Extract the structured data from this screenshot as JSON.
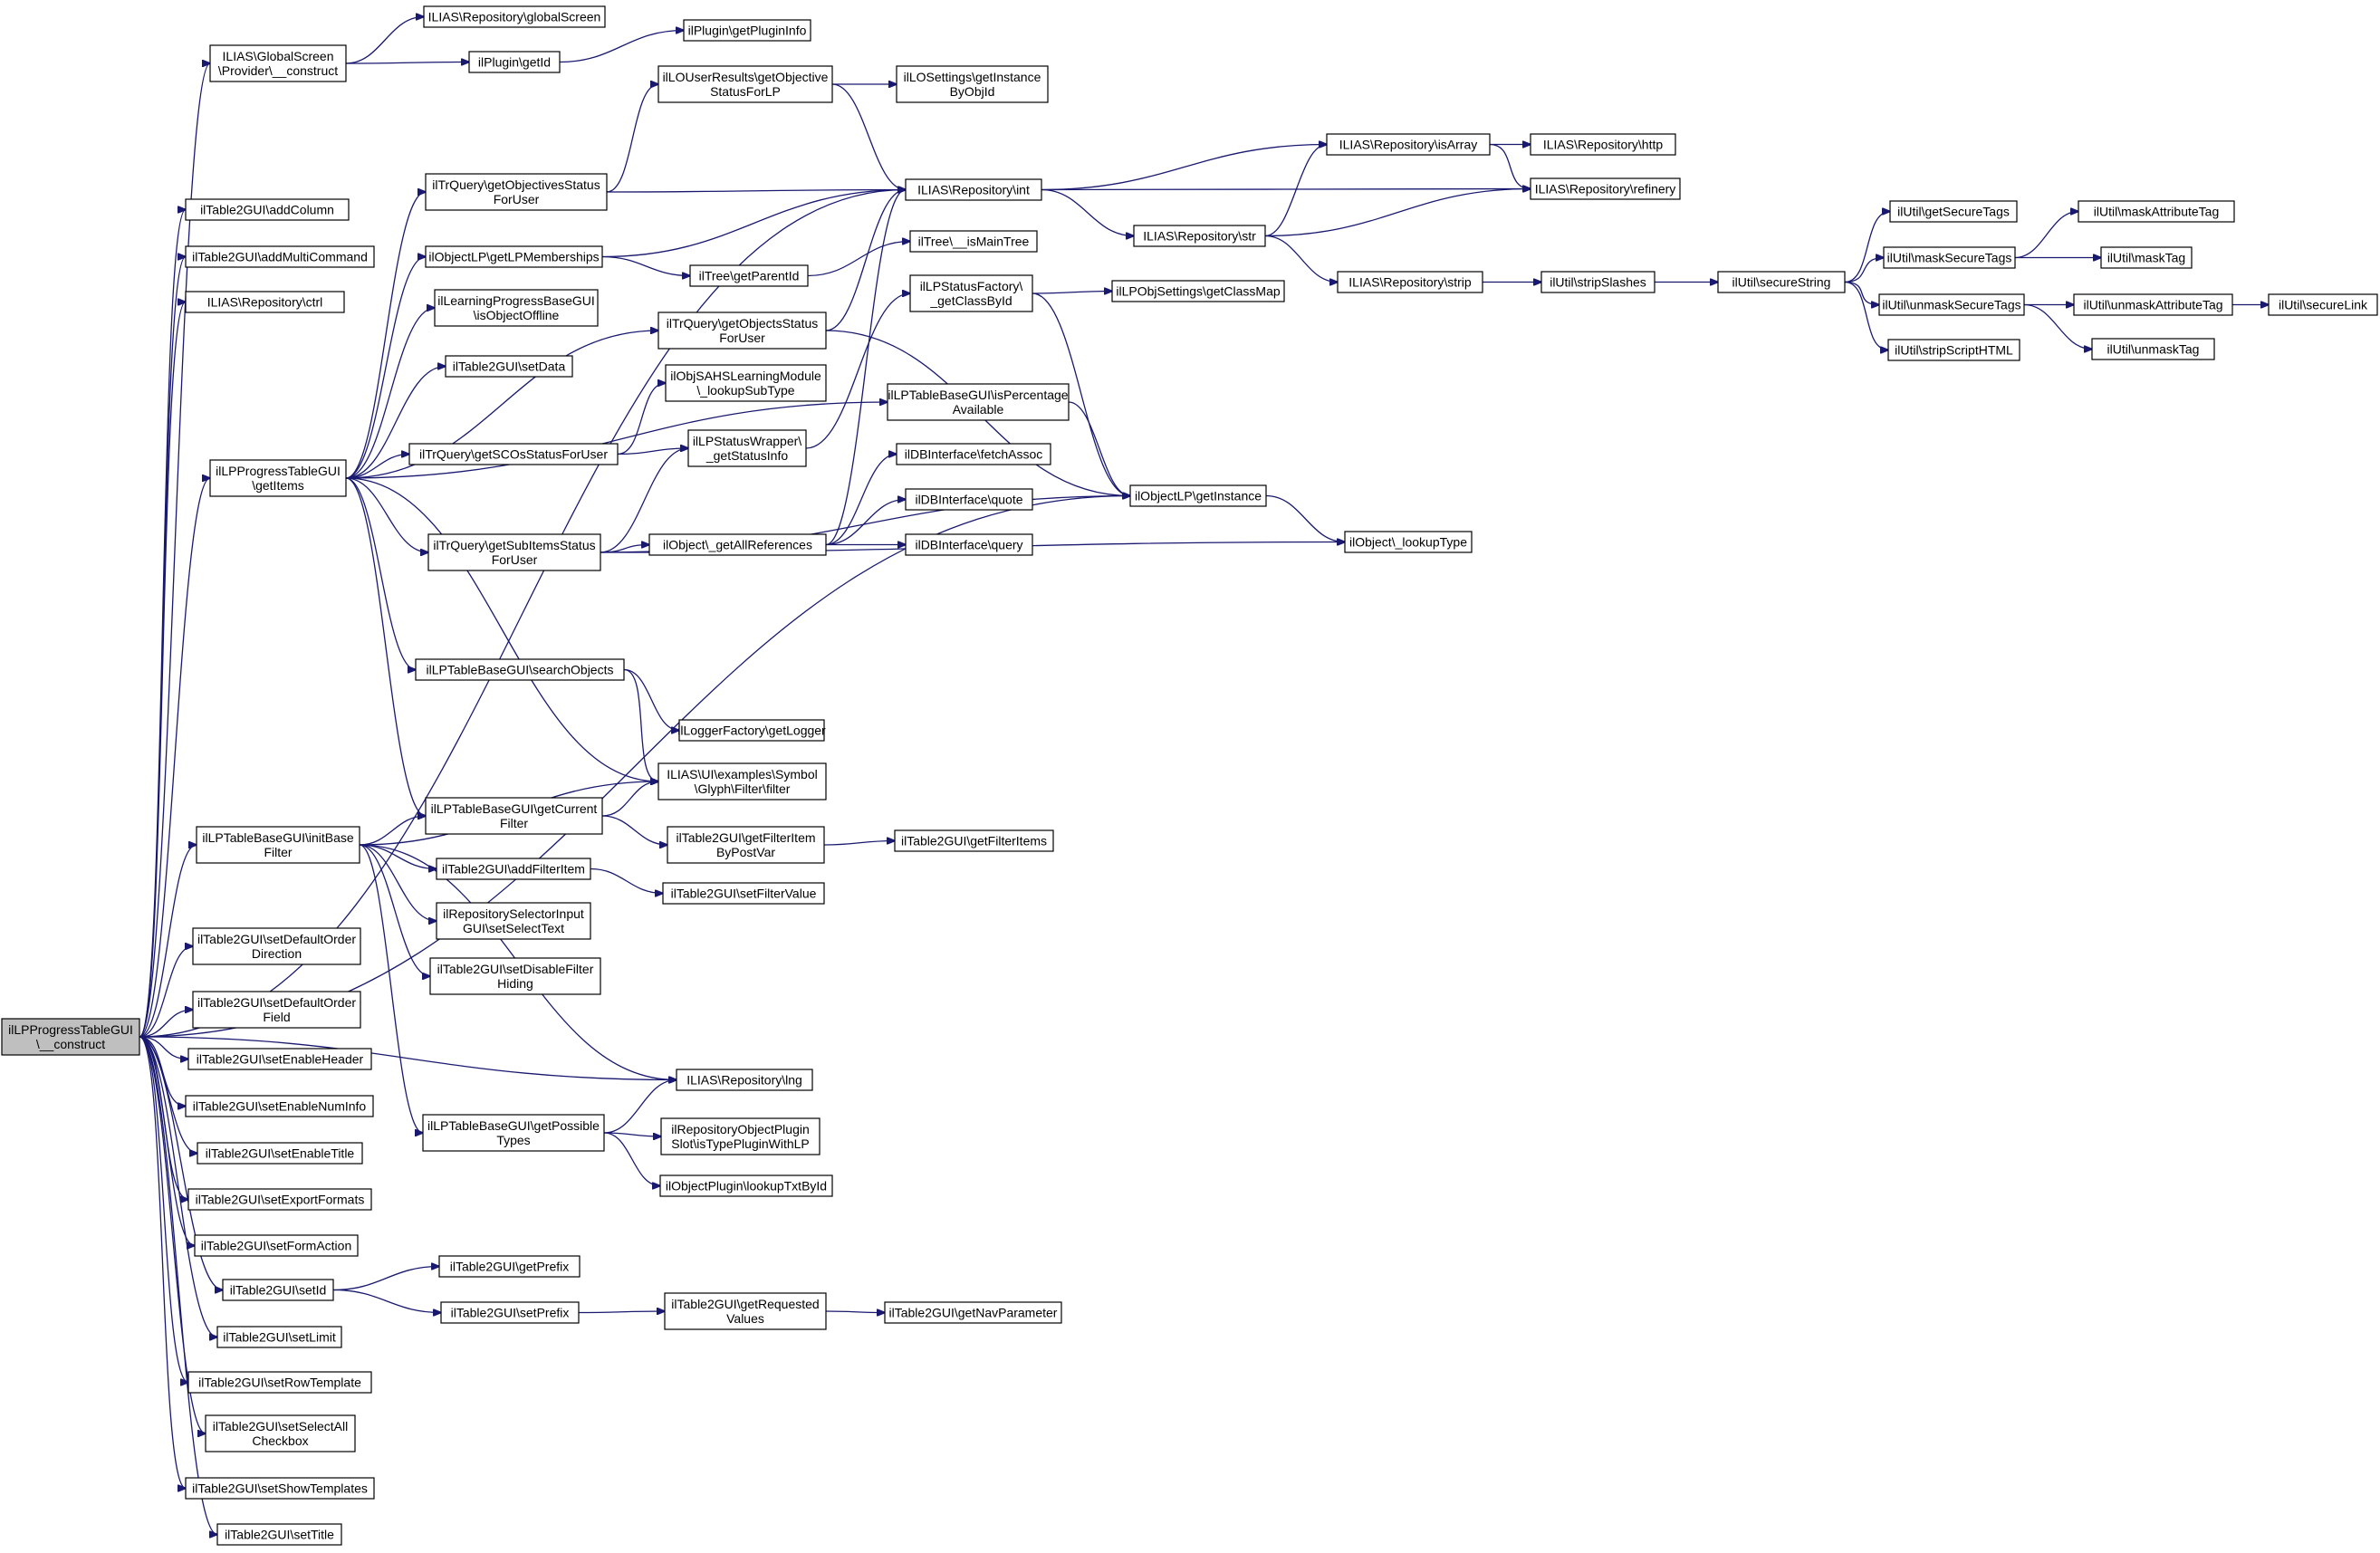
{
  "graph": {
    "root": "n0",
    "nodes": [
      {
        "id": "n0",
        "lines": [
          "ilLPProgressTableGUI",
          "\\__construct"
        ],
        "root": true
      },
      {
        "id": "n1",
        "lines": [
          "ILIAS\\GlobalScreen",
          "\\Provider\\__construct"
        ]
      },
      {
        "id": "n2",
        "lines": [
          "ILIAS\\Repository\\globalScreen"
        ]
      },
      {
        "id": "n3",
        "lines": [
          "ilPlugin\\getPluginInfo"
        ]
      },
      {
        "id": "n4",
        "lines": [
          "ilPlugin\\getId"
        ]
      },
      {
        "id": "n5",
        "lines": [
          "ilLOUserResults\\getObjective",
          "StatusForLP"
        ]
      },
      {
        "id": "n6",
        "lines": [
          "ilLOSettings\\getInstance",
          "ByObjId"
        ]
      },
      {
        "id": "n7",
        "lines": [
          "ilTable2GUI\\addColumn"
        ]
      },
      {
        "id": "n8",
        "lines": [
          "ilTable2GUI\\addMultiCommand"
        ]
      },
      {
        "id": "n9",
        "lines": [
          "ILIAS\\Repository\\ctrl"
        ]
      },
      {
        "id": "n10",
        "lines": [
          "ilTrQuery\\getObjectivesStatus",
          "ForUser"
        ]
      },
      {
        "id": "n11",
        "lines": [
          "ILIAS\\Repository\\int"
        ]
      },
      {
        "id": "n12",
        "lines": [
          "ILIAS\\Repository\\isArray"
        ]
      },
      {
        "id": "n13",
        "lines": [
          "ILIAS\\Repository\\http"
        ]
      },
      {
        "id": "n14",
        "lines": [
          "ILIAS\\Repository\\refinery"
        ]
      },
      {
        "id": "n15",
        "lines": [
          "ILIAS\\Repository\\str"
        ]
      },
      {
        "id": "n16",
        "lines": [
          "ilObjectLP\\getLPMemberships"
        ]
      },
      {
        "id": "n17",
        "lines": [
          "ilTree\\getParentId"
        ]
      },
      {
        "id": "n18",
        "lines": [
          "ilTree\\__isMainTree"
        ]
      },
      {
        "id": "n19",
        "lines": [
          "ILIAS\\Repository\\strip"
        ]
      },
      {
        "id": "n20",
        "lines": [
          "ilUtil\\stripSlashes"
        ]
      },
      {
        "id": "n21",
        "lines": [
          "ilUtil\\secureString"
        ]
      },
      {
        "id": "n22",
        "lines": [
          "ilUtil\\getSecureTags"
        ]
      },
      {
        "id": "n23",
        "lines": [
          "ilUtil\\maskSecureTags"
        ]
      },
      {
        "id": "n24",
        "lines": [
          "ilUtil\\maskAttributeTag"
        ]
      },
      {
        "id": "n25",
        "lines": [
          "ilUtil\\maskTag"
        ]
      },
      {
        "id": "n26",
        "lines": [
          "ilUtil\\unmaskSecureTags"
        ]
      },
      {
        "id": "n27",
        "lines": [
          "ilUtil\\unmaskAttributeTag"
        ]
      },
      {
        "id": "n28",
        "lines": [
          "ilUtil\\secureLink"
        ]
      },
      {
        "id": "n29",
        "lines": [
          "ilUtil\\unmaskTag"
        ]
      },
      {
        "id": "n30",
        "lines": [
          "ilUtil\\stripScriptHTML"
        ]
      },
      {
        "id": "n31",
        "lines": [
          "ilLearningProgressBaseGUI",
          "\\isObjectOffline"
        ]
      },
      {
        "id": "n32",
        "lines": [
          "ilTrQuery\\getObjectsStatus",
          "ForUser"
        ]
      },
      {
        "id": "n33",
        "lines": [
          "ilLPStatusFactory\\",
          "_getClassById"
        ]
      },
      {
        "id": "n34",
        "lines": [
          "ilLPObjSettings\\getClassMap"
        ]
      },
      {
        "id": "n35",
        "lines": [
          "ilTable2GUI\\setData"
        ]
      },
      {
        "id": "n36",
        "lines": [
          "ilObjSAHSLearningModule",
          "\\_lookupSubType"
        ]
      },
      {
        "id": "n37",
        "lines": [
          "ilLPTableBaseGUI\\isPercentage",
          "Available"
        ]
      },
      {
        "id": "n38",
        "lines": [
          "ilLPProgressTableGUI",
          "\\getItems"
        ]
      },
      {
        "id": "n39",
        "lines": [
          "ilTrQuery\\getSCOsStatusForUser"
        ]
      },
      {
        "id": "n40",
        "lines": [
          "ilLPStatusWrapper\\",
          "_getStatusInfo"
        ]
      },
      {
        "id": "n41",
        "lines": [
          "ilDBInterface\\fetchAssoc"
        ]
      },
      {
        "id": "n42",
        "lines": [
          "ilObjectLP\\getInstance"
        ]
      },
      {
        "id": "n43",
        "lines": [
          "ilDBInterface\\quote"
        ]
      },
      {
        "id": "n44",
        "lines": [
          "ilTrQuery\\getSubItemsStatus",
          "ForUser"
        ]
      },
      {
        "id": "n45",
        "lines": [
          "ilObject\\_getAllReferences"
        ]
      },
      {
        "id": "n46",
        "lines": [
          "ilDBInterface\\query"
        ]
      },
      {
        "id": "n47",
        "lines": [
          "ilObject\\_lookupType"
        ]
      },
      {
        "id": "n48",
        "lines": [
          "ilLPTableBaseGUI\\searchObjects"
        ]
      },
      {
        "id": "n49",
        "lines": [
          "ilLoggerFactory\\getLogger"
        ]
      },
      {
        "id": "n50",
        "lines": [
          "ILIAS\\UI\\examples\\Symbol",
          "\\Glyph\\Filter\\filter"
        ]
      },
      {
        "id": "n51",
        "lines": [
          "ilLPTableBaseGUI\\initBase",
          "Filter"
        ]
      },
      {
        "id": "n52",
        "lines": [
          "ilLPTableBaseGUI\\getCurrent",
          "Filter"
        ]
      },
      {
        "id": "n53",
        "lines": [
          "ilTable2GUI\\getFilterItem",
          "ByPostVar"
        ]
      },
      {
        "id": "n54",
        "lines": [
          "ilTable2GUI\\getFilterItems"
        ]
      },
      {
        "id": "n55",
        "lines": [
          "ilTable2GUI\\addFilterItem"
        ]
      },
      {
        "id": "n56",
        "lines": [
          "ilTable2GUI\\setFilterValue"
        ]
      },
      {
        "id": "n57",
        "lines": [
          "ilRepositorySelectorInput",
          "GUI\\setSelectText"
        ]
      },
      {
        "id": "n58",
        "lines": [
          "ilTable2GUI\\setDisableFilter",
          "Hiding"
        ]
      },
      {
        "id": "n59",
        "lines": [
          "ilTable2GUI\\setDefaultOrder",
          "Direction"
        ]
      },
      {
        "id": "n60",
        "lines": [
          "ilTable2GUI\\setDefaultOrder",
          "Field"
        ]
      },
      {
        "id": "n61",
        "lines": [
          "ilTable2GUI\\setEnableHeader"
        ]
      },
      {
        "id": "n62",
        "lines": [
          "ILIAS\\Repository\\lng"
        ]
      },
      {
        "id": "n63",
        "lines": [
          "ilTable2GUI\\setEnableNumInfo"
        ]
      },
      {
        "id": "n64",
        "lines": [
          "ilLPTableBaseGUI\\getPossible",
          "Types"
        ]
      },
      {
        "id": "n65",
        "lines": [
          "ilRepositoryObjectPlugin",
          "Slot\\isTypePluginWithLP"
        ]
      },
      {
        "id": "n66",
        "lines": [
          "ilTable2GUI\\setEnableTitle"
        ]
      },
      {
        "id": "n67",
        "lines": [
          "ilObjectPlugin\\lookupTxtById"
        ]
      },
      {
        "id": "n68",
        "lines": [
          "ilTable2GUI\\setExportFormats"
        ]
      },
      {
        "id": "n69",
        "lines": [
          "ilTable2GUI\\setFormAction"
        ]
      },
      {
        "id": "n70",
        "lines": [
          "ilTable2GUI\\getPrefix"
        ]
      },
      {
        "id": "n71",
        "lines": [
          "ilTable2GUI\\setId"
        ]
      },
      {
        "id": "n72",
        "lines": [
          "ilTable2GUI\\setPrefix"
        ]
      },
      {
        "id": "n73",
        "lines": [
          "ilTable2GUI\\getRequested",
          "Values"
        ]
      },
      {
        "id": "n74",
        "lines": [
          "ilTable2GUI\\getNavParameter"
        ]
      },
      {
        "id": "n75",
        "lines": [
          "ilTable2GUI\\setLimit"
        ]
      },
      {
        "id": "n76",
        "lines": [
          "ilTable2GUI\\setRowTemplate"
        ]
      },
      {
        "id": "n77",
        "lines": [
          "ilTable2GUI\\setSelectAll",
          "Checkbox"
        ]
      },
      {
        "id": "n78",
        "lines": [
          "ilTable2GUI\\setShowTemplates"
        ]
      },
      {
        "id": "n79",
        "lines": [
          "ilTable2GUI\\setTitle"
        ]
      }
    ],
    "edges": [
      [
        "n0",
        "n1"
      ],
      [
        "n0",
        "n7"
      ],
      [
        "n0",
        "n8"
      ],
      [
        "n0",
        "n9"
      ],
      [
        "n0",
        "n38"
      ],
      [
        "n0",
        "n42"
      ],
      [
        "n0",
        "n51"
      ],
      [
        "n0",
        "n62"
      ],
      [
        "n0",
        "n59"
      ],
      [
        "n0",
        "n60"
      ],
      [
        "n0",
        "n61"
      ],
      [
        "n0",
        "n63"
      ],
      [
        "n0",
        "n66"
      ],
      [
        "n0",
        "n68"
      ],
      [
        "n0",
        "n69"
      ],
      [
        "n0",
        "n71"
      ],
      [
        "n0",
        "n75"
      ],
      [
        "n0",
        "n76"
      ],
      [
        "n0",
        "n77"
      ],
      [
        "n0",
        "n78"
      ],
      [
        "n0",
        "n79"
      ],
      [
        "n0",
        "n11"
      ],
      [
        "n1",
        "n2"
      ],
      [
        "n1",
        "n4"
      ],
      [
        "n4",
        "n3"
      ],
      [
        "n5",
        "n6"
      ],
      [
        "n5",
        "n11"
      ],
      [
        "n10",
        "n5"
      ],
      [
        "n10",
        "n11"
      ],
      [
        "n11",
        "n12"
      ],
      [
        "n11",
        "n14"
      ],
      [
        "n11",
        "n15"
      ],
      [
        "n12",
        "n13"
      ],
      [
        "n12",
        "n14"
      ],
      [
        "n15",
        "n12"
      ],
      [
        "n15",
        "n14"
      ],
      [
        "n15",
        "n19"
      ],
      [
        "n16",
        "n11"
      ],
      [
        "n16",
        "n17"
      ],
      [
        "n17",
        "n18"
      ],
      [
        "n19",
        "n20"
      ],
      [
        "n20",
        "n21"
      ],
      [
        "n21",
        "n22"
      ],
      [
        "n21",
        "n23"
      ],
      [
        "n21",
        "n26"
      ],
      [
        "n21",
        "n30"
      ],
      [
        "n23",
        "n24"
      ],
      [
        "n23",
        "n25"
      ],
      [
        "n26",
        "n27"
      ],
      [
        "n26",
        "n29"
      ],
      [
        "n27",
        "n28"
      ],
      [
        "n32",
        "n11"
      ],
      [
        "n32",
        "n42"
      ],
      [
        "n33",
        "n34"
      ],
      [
        "n33",
        "n42"
      ],
      [
        "n37",
        "n42"
      ],
      [
        "n38",
        "n10"
      ],
      [
        "n38",
        "n16"
      ],
      [
        "n38",
        "n31"
      ],
      [
        "n38",
        "n35"
      ],
      [
        "n38",
        "n32"
      ],
      [
        "n38",
        "n39"
      ],
      [
        "n38",
        "n44"
      ],
      [
        "n38",
        "n48"
      ],
      [
        "n38",
        "n50"
      ],
      [
        "n38",
        "n52"
      ],
      [
        "n38",
        "n37"
      ],
      [
        "n39",
        "n36"
      ],
      [
        "n39",
        "n40"
      ],
      [
        "n40",
        "n33"
      ],
      [
        "n42",
        "n47"
      ],
      [
        "n44",
        "n40"
      ],
      [
        "n44",
        "n45"
      ],
      [
        "n44",
        "n42"
      ],
      [
        "n44",
        "n47"
      ],
      [
        "n45",
        "n11"
      ],
      [
        "n45",
        "n41"
      ],
      [
        "n45",
        "n43"
      ],
      [
        "n45",
        "n46"
      ],
      [
        "n48",
        "n49"
      ],
      [
        "n48",
        "n50"
      ],
      [
        "n51",
        "n50"
      ],
      [
        "n51",
        "n52"
      ],
      [
        "n51",
        "n55"
      ],
      [
        "n51",
        "n57"
      ],
      [
        "n51",
        "n58"
      ],
      [
        "n51",
        "n62"
      ],
      [
        "n51",
        "n64"
      ],
      [
        "n52",
        "n50"
      ],
      [
        "n52",
        "n53"
      ],
      [
        "n53",
        "n54"
      ],
      [
        "n55",
        "n56"
      ],
      [
        "n64",
        "n62"
      ],
      [
        "n64",
        "n65"
      ],
      [
        "n64",
        "n67"
      ],
      [
        "n71",
        "n70"
      ],
      [
        "n71",
        "n72"
      ],
      [
        "n72",
        "n73"
      ],
      [
        "n73",
        "n74"
      ]
    ]
  }
}
